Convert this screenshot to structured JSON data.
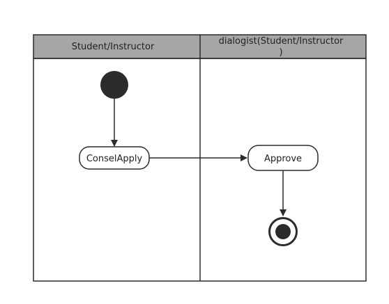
{
  "diagram": {
    "type": "uml-activity-swimlane",
    "colors": {
      "header_fill": "#a6a6a6",
      "line": "#2b2b2b",
      "node_fill": "#ffffff",
      "initial_node": "#2b2b2b"
    },
    "lanes": [
      {
        "title": "Student/Instructor"
      },
      {
        "title_line1": "dialogist(Student/Instructor",
        "title_line2": ")"
      }
    ],
    "nodes": {
      "initial": {
        "kind": "initial-node"
      },
      "consel_apply": {
        "kind": "action",
        "label": "ConselApply"
      },
      "approve": {
        "kind": "action",
        "label": "Approve"
      },
      "final": {
        "kind": "final-node"
      }
    },
    "edges": [
      {
        "from": "initial",
        "to": "consel_apply"
      },
      {
        "from": "consel_apply",
        "to": "approve"
      },
      {
        "from": "approve",
        "to": "final"
      }
    ]
  }
}
